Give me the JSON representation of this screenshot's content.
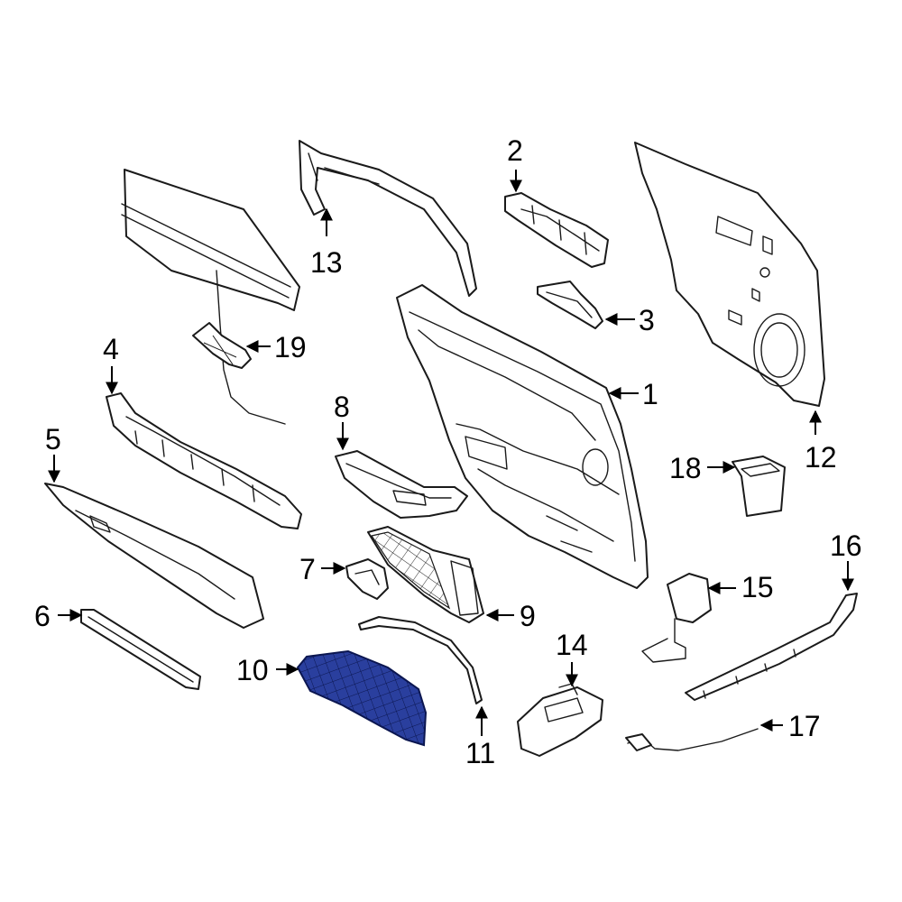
{
  "diagram": {
    "highlight_color": "#2a3f9e",
    "highlighted_part": "10",
    "callouts": [
      {
        "id": "c1",
        "text": "1"
      },
      {
        "id": "c2",
        "text": "2"
      },
      {
        "id": "c3",
        "text": "3"
      },
      {
        "id": "c4",
        "text": "4"
      },
      {
        "id": "c5",
        "text": "5"
      },
      {
        "id": "c6",
        "text": "6"
      },
      {
        "id": "c7",
        "text": "7"
      },
      {
        "id": "c8",
        "text": "8"
      },
      {
        "id": "c9",
        "text": "9"
      },
      {
        "id": "c10",
        "text": "10"
      },
      {
        "id": "c11",
        "text": "11"
      },
      {
        "id": "c12",
        "text": "12"
      },
      {
        "id": "c13",
        "text": "13"
      },
      {
        "id": "c14",
        "text": "14"
      },
      {
        "id": "c15",
        "text": "15"
      },
      {
        "id": "c16",
        "text": "16"
      },
      {
        "id": "c17",
        "text": "17"
      },
      {
        "id": "c18",
        "text": "18"
      },
      {
        "id": "c19",
        "text": "19"
      }
    ]
  }
}
